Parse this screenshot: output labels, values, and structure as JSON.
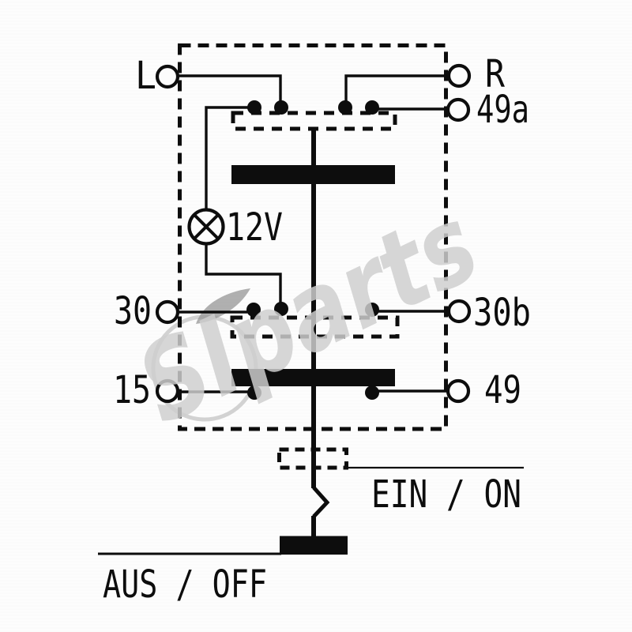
{
  "colors": {
    "ink": "#0d0d0d",
    "background": "#fcfcfc",
    "watermark": "#cecece"
  },
  "watermark": {
    "text": "SIparts"
  },
  "schematic": {
    "terminals": {
      "left_turn": "L",
      "right_turn": "R",
      "out_49a": "49a",
      "batt_30": "30",
      "out_30b": "30b",
      "ign_15": "15",
      "in_49": "49"
    },
    "lamp": {
      "label": "12V"
    },
    "states": {
      "on": "EIN / ON",
      "off": "AUS / OFF"
    }
  }
}
